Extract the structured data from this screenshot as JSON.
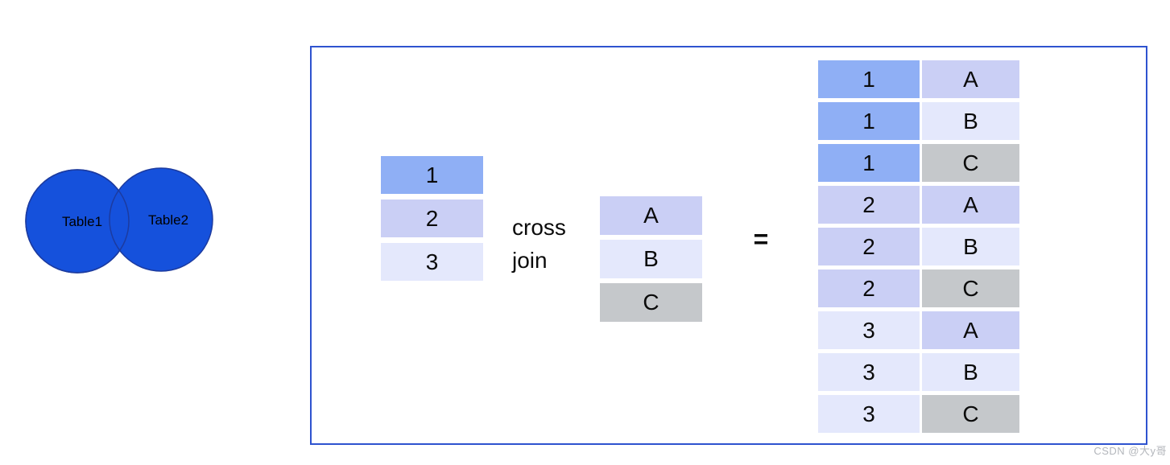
{
  "venn": {
    "left_label": "Table1",
    "right_label": "Table2"
  },
  "operation": {
    "left_table": {
      "cells": [
        {
          "value": "1",
          "color": "v1"
        },
        {
          "value": "2",
          "color": "v2"
        },
        {
          "value": "3",
          "color": "v3"
        }
      ]
    },
    "operator": "cross\njoin",
    "right_table": {
      "cells": [
        {
          "value": "A",
          "color": "vA"
        },
        {
          "value": "B",
          "color": "vB"
        },
        {
          "value": "C",
          "color": "vC"
        }
      ]
    },
    "equals": "=",
    "result_table": {
      "rows": [
        {
          "left": {
            "value": "1",
            "color": "v1"
          },
          "right": {
            "value": "A",
            "color": "vA"
          }
        },
        {
          "left": {
            "value": "1",
            "color": "v1"
          },
          "right": {
            "value": "B",
            "color": "vB"
          }
        },
        {
          "left": {
            "value": "1",
            "color": "v1"
          },
          "right": {
            "value": "C",
            "color": "vC"
          }
        },
        {
          "left": {
            "value": "2",
            "color": "v2"
          },
          "right": {
            "value": "A",
            "color": "vA"
          }
        },
        {
          "left": {
            "value": "2",
            "color": "v2"
          },
          "right": {
            "value": "B",
            "color": "vB"
          }
        },
        {
          "left": {
            "value": "2",
            "color": "v2"
          },
          "right": {
            "value": "C",
            "color": "vC"
          }
        },
        {
          "left": {
            "value": "3",
            "color": "v3"
          },
          "right": {
            "value": "A",
            "color": "vA"
          }
        },
        {
          "left": {
            "value": "3",
            "color": "v3"
          },
          "right": {
            "value": "B",
            "color": "vB"
          }
        },
        {
          "left": {
            "value": "3",
            "color": "v3"
          },
          "right": {
            "value": "C",
            "color": "vC"
          }
        }
      ]
    }
  },
  "watermark": "CSDN @大y哥",
  "palette": {
    "v1": "#8FAFF5",
    "v2": "#CACFF5",
    "v3": "#E4E8FC",
    "vA": "#CACFF5",
    "vB": "#E4E8FC",
    "vC": "#C5C8CB",
    "box_border": "#2E53CF",
    "circle_fill": "#1551DC",
    "circle_stroke": "#1C3BA0",
    "watermark_gray": "#B3B6BB",
    "text": "#0B0B0B"
  }
}
